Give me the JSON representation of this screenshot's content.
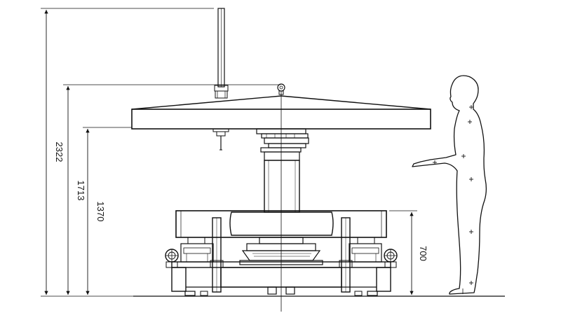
{
  "drawing": {
    "stroke_color": "#111111",
    "background": "#ffffff",
    "dimensions": [
      {
        "id": "overall-height",
        "value": "2322"
      },
      {
        "id": "table-top-height",
        "value": "1713"
      },
      {
        "id": "table-underside-height",
        "value": "1370"
      },
      {
        "id": "base-height",
        "value": "700"
      }
    ]
  }
}
